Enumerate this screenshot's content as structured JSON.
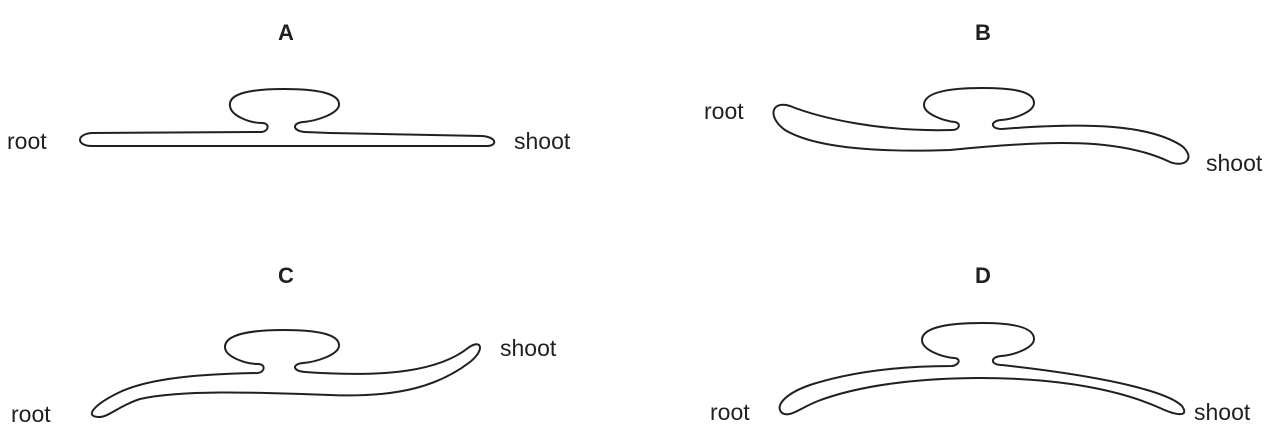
{
  "panels": [
    {
      "title": "A",
      "root_label": "root",
      "shoot_label": "shoot"
    },
    {
      "title": "B",
      "root_label": "root",
      "shoot_label": "shoot"
    },
    {
      "title": "C",
      "root_label": "root",
      "shoot_label": "shoot"
    },
    {
      "title": "D",
      "root_label": "root",
      "shoot_label": "shoot"
    }
  ]
}
